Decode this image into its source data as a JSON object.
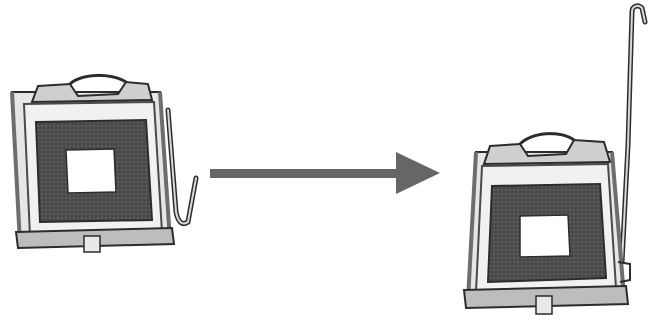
{
  "diagram": {
    "steps": [
      {
        "id": "socket-closed",
        "state": "lever-down"
      },
      {
        "id": "socket-open",
        "state": "lever-raised"
      }
    ],
    "connector": {
      "direction": "left-to-right"
    },
    "colors": {
      "metal_light": "#e9e9e9",
      "metal_mid": "#bdbdbd",
      "metal_dark": "#6d6d6d",
      "outline": "#2c2c2c",
      "contact_field": "#4a4a4a",
      "contact_center": "#ffffff",
      "arrow": "#666666"
    }
  }
}
